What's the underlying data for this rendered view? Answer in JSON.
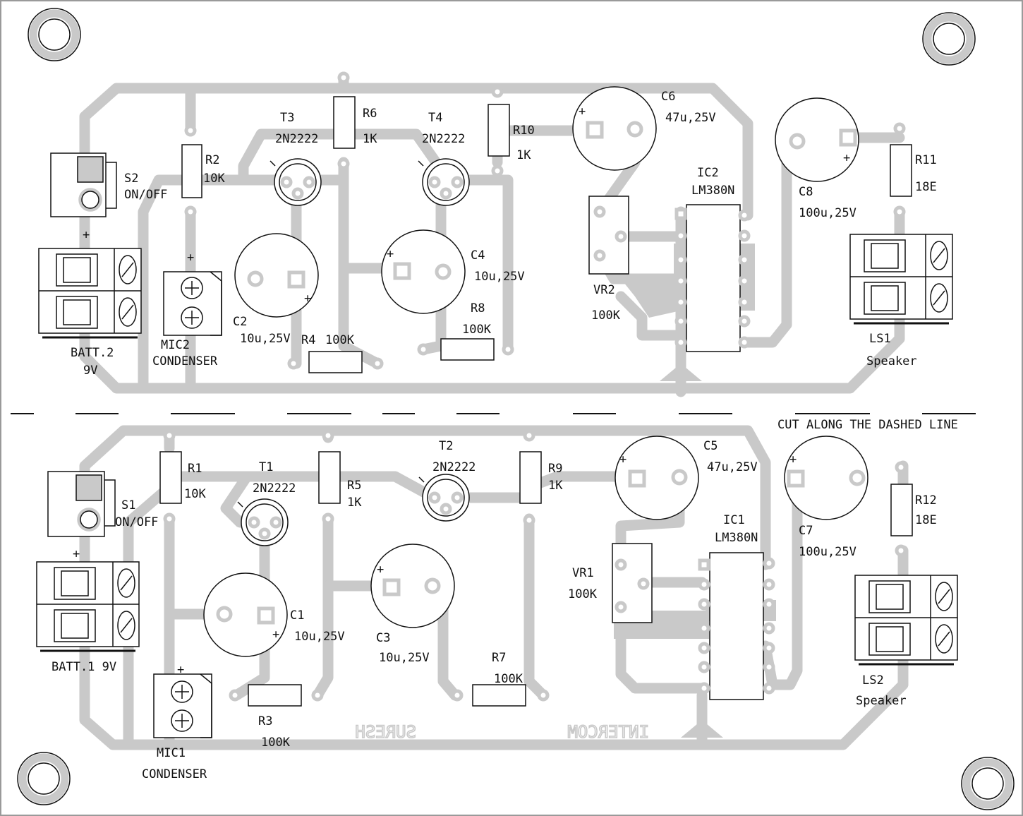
{
  "colors": {
    "trace": "#c9c9c9",
    "ink": "#111111",
    "board_border": "#9a9a9a",
    "background": "#ffffff"
  },
  "cut_line": {
    "text": "CUT ALONG THE DASHED LINE"
  },
  "mirror_text": {
    "left": "SURESH",
    "right": "INTERCOM"
  },
  "top_board": {
    "s2": {
      "ref": "S2",
      "value": "ON/OFF"
    },
    "batt2": {
      "plus": "+",
      "ref": "BATT.2",
      "value": "9V"
    },
    "r2": {
      "ref": "R2",
      "value": "10K"
    },
    "mic2": {
      "plus": "+",
      "ref": "MIC2",
      "value": "CONDENSER"
    },
    "t3": {
      "ref": "T3",
      "value": "2N2222"
    },
    "r6": {
      "ref": "R6",
      "value": "1K"
    },
    "t4": {
      "ref": "T4",
      "value": "2N2222"
    },
    "r10": {
      "ref": "R10",
      "value": "1K"
    },
    "c6": {
      "ref": "C6",
      "value": "47u,25V",
      "plus": "+"
    },
    "c2": {
      "ref": "C2",
      "value": "10u,25V",
      "plus": "+"
    },
    "c4": {
      "ref": "C4",
      "value": "10u,25V",
      "plus": "+"
    },
    "r4": {
      "ref": "R4",
      "value": "100K"
    },
    "r8": {
      "ref": "R8",
      "value": "100K"
    },
    "vr2": {
      "ref": "VR2",
      "value": "100K"
    },
    "ic2": {
      "ref": "IC2",
      "value": "LM380N"
    },
    "c8": {
      "ref": "C8",
      "value": "100u,25V",
      "plus": "+"
    },
    "r11": {
      "ref": "R11",
      "value": "18E"
    },
    "ls1": {
      "ref": "LS1",
      "value": "Speaker"
    }
  },
  "bottom_board": {
    "r1": {
      "ref": "R1",
      "value": "10K"
    },
    "t1": {
      "ref": "T1",
      "value": "2N2222"
    },
    "r5": {
      "ref": "R5",
      "value": "1K"
    },
    "t2": {
      "ref": "T2",
      "value": "2N2222"
    },
    "r9": {
      "ref": "R9",
      "value": "1K"
    },
    "c5": {
      "ref": "C5",
      "value": "47u,25V",
      "plus": "+"
    },
    "s1": {
      "ref": "S1",
      "value": "ON/OFF"
    },
    "batt1": {
      "plus": "+",
      "label": "BATT.1  9V"
    },
    "c1": {
      "ref": "C1",
      "value": "10u,25V",
      "plus": "+"
    },
    "c3": {
      "ref": "C3",
      "value": "10u,25V",
      "plus": "+"
    },
    "r3": {
      "ref": "R3",
      "value": "100K"
    },
    "r7": {
      "ref": "R7",
      "value": "100K"
    },
    "vr1": {
      "ref": "VR1",
      "value": "100K"
    },
    "ic1": {
      "ref": "IC1",
      "value": "LM380N"
    },
    "c7": {
      "ref": "C7",
      "value": "100u,25V",
      "plus": "+"
    },
    "r12": {
      "ref": "R12",
      "value": "18E"
    },
    "mic1": {
      "plus": "+",
      "ref": "MIC1",
      "value": "CONDENSER"
    },
    "ls2": {
      "ref": "LS2",
      "value": "Speaker"
    }
  }
}
